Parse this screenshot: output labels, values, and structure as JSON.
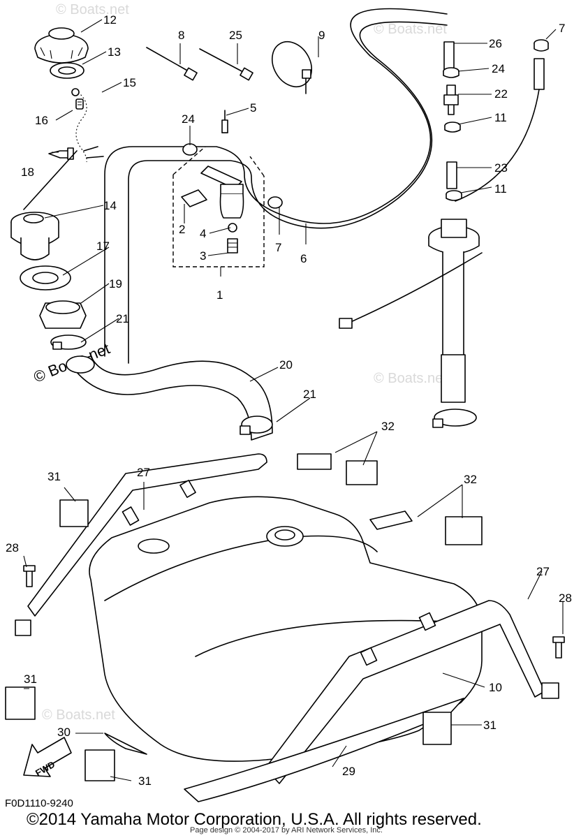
{
  "diagram": {
    "watermark": "© Boats.net",
    "drawing_code": "F0D1110-9240",
    "fwd_label": "FWD",
    "copyright": "©2014 Yamaha Motor Corporation, U.S.A. All rights reserved.",
    "page_credit": "Page design © 2004-2017 by ARI Network Services, Inc.",
    "callouts": [
      {
        "label": "12"
      },
      {
        "label": "13"
      },
      {
        "label": "15"
      },
      {
        "label": "16"
      },
      {
        "label": "18"
      },
      {
        "label": "14"
      },
      {
        "label": "17"
      },
      {
        "label": "19"
      },
      {
        "label": "21"
      },
      {
        "label": "8"
      },
      {
        "label": "25"
      },
      {
        "label": "9"
      },
      {
        "label": "5"
      },
      {
        "label": "24"
      },
      {
        "label": "2"
      },
      {
        "label": "4"
      },
      {
        "label": "3"
      },
      {
        "label": "1"
      },
      {
        "label": "7"
      },
      {
        "label": "6"
      },
      {
        "label": "26"
      },
      {
        "label": "7"
      },
      {
        "label": "24"
      },
      {
        "label": "22"
      },
      {
        "label": "11"
      },
      {
        "label": "23"
      },
      {
        "label": "11"
      },
      {
        "label": "20"
      },
      {
        "label": "21"
      },
      {
        "label": "32"
      },
      {
        "label": "31"
      },
      {
        "label": "27"
      },
      {
        "label": "32"
      },
      {
        "label": "28"
      },
      {
        "label": "27"
      },
      {
        "label": "28"
      },
      {
        "label": "10"
      },
      {
        "label": "31"
      },
      {
        "label": "30"
      },
      {
        "label": "31"
      },
      {
        "label": "29"
      },
      {
        "label": "31"
      }
    ]
  }
}
